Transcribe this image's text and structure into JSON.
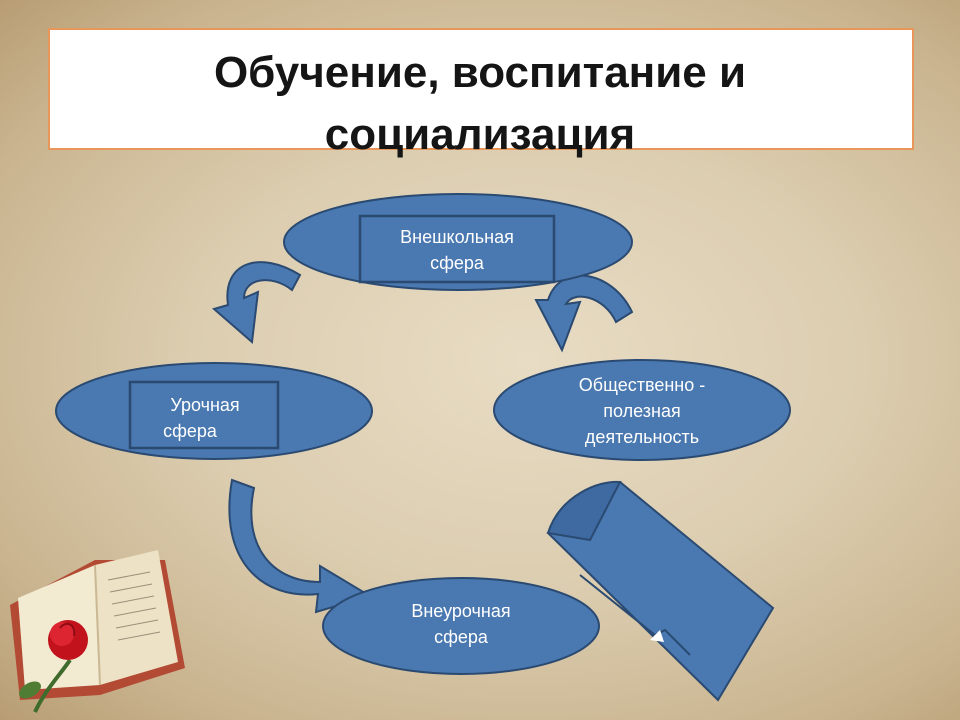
{
  "title": {
    "line1": "Обучение, воспитание и",
    "line2": "социализация"
  },
  "nodes": {
    "vneshkolnaya": {
      "line1": "Внешкольная",
      "line2": "сфера"
    },
    "urochnaya": {
      "line1": "Урочная",
      "line2": "сфера"
    },
    "obshchestvenno": {
      "line1": "Общественно -",
      "line2": "полезная",
      "line3": "деятельность"
    },
    "vneurochnaya": {
      "line1": "Внеурочная",
      "line2": "сфера"
    }
  },
  "colors": {
    "node_fill": "#4a78b0",
    "node_stroke": "#2a4a72",
    "arrow_fill": "#4a78b0",
    "title_border": "#e8965a"
  }
}
